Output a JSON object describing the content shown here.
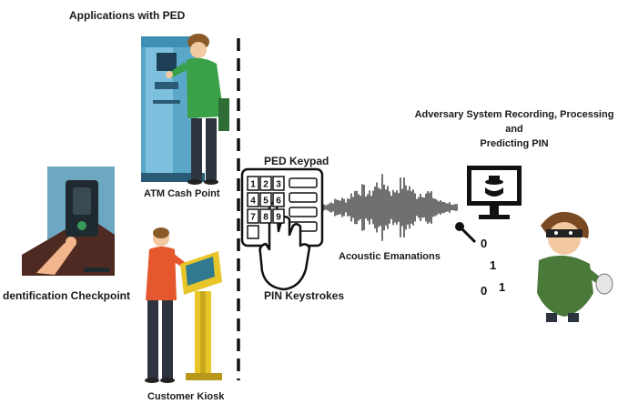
{
  "labels": {
    "applications": "Applications with PED",
    "atm": "ATM Cash Point",
    "identification": "dentification Checkpoint",
    "kiosk": "Customer Kiosk",
    "ped_keypad": "PED Keypad",
    "pin_keystrokes": "PIN Keystrokes",
    "acoustic": "Acoustic Emanations",
    "adversary_line1": "Adversary System Recording, Processing",
    "adversary_line2": "and",
    "adversary_line3": "Predicting PIN"
  },
  "keypad": {
    "keys": [
      "1",
      "2",
      "3",
      "4",
      "5",
      "6",
      "7",
      "8",
      "9"
    ]
  },
  "binary_digits": [
    "0",
    "1",
    "0",
    "1"
  ],
  "colors": {
    "atm_body": "#5aa7c9",
    "kiosk_body": "#e8c62a",
    "shirt_green": "#3aa148",
    "shirt_orange": "#e5572d",
    "hair": "#8b5a2b",
    "thief_jacket": "#4a7a3a",
    "dark": "#222222"
  },
  "icons": [
    "atm-machine-icon",
    "fingerprint-scanner-icon",
    "customer-kiosk-icon",
    "keypad-icon",
    "hand-icon",
    "sound-wave-icon",
    "spy-monitor-icon",
    "microphone-icon",
    "thief-icon"
  ]
}
